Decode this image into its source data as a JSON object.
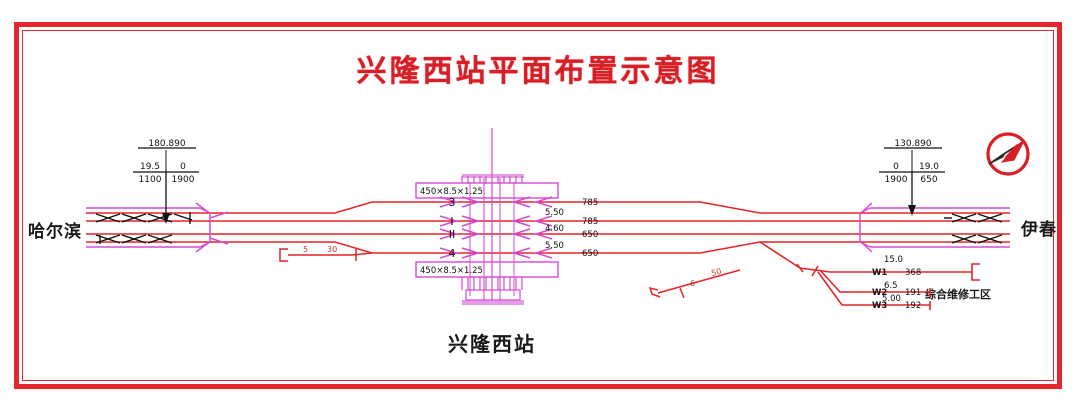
{
  "drawing": {
    "title": "兴隆西站平面布置示意图",
    "station_name": "兴隆西站",
    "sheet_border_color": "#e4252b",
    "track_color": "#e4252b",
    "platform_color": "#d44ad4",
    "text_color": "#1a1a1a"
  },
  "direction_labels": {
    "left": "哈尔滨",
    "right": "伊春"
  },
  "compass": {
    "icon": "north-arrow-icon",
    "color": "#d81f26"
  },
  "mileposts": {
    "left": {
      "chainage": "180.890",
      "upper_left": "19.5",
      "upper_right": "0",
      "lower_left": "1100",
      "lower_right": "1900"
    },
    "right": {
      "chainage": "130.890",
      "upper_left": "0",
      "upper_right": "19.0",
      "lower_left": "1900",
      "lower_right": "650"
    }
  },
  "platforms": [
    {
      "id": "platform-upper",
      "spec": "450×8.5×1.25"
    },
    {
      "id": "platform-lower",
      "spec": "450×8.5×1.25"
    }
  ],
  "tracks": [
    {
      "number": "3",
      "length": "785",
      "spacing_below": "5.50"
    },
    {
      "number": "I",
      "length": "785",
      "spacing_below": "4.60"
    },
    {
      "number": "II",
      "length": "650",
      "spacing_below": "5.50"
    },
    {
      "number": "4",
      "length": "650",
      "spacing_below": ""
    }
  ],
  "siding_left": {
    "dim_a": "5",
    "dim_b": "30"
  },
  "siding_right": {
    "dim_a": "6",
    "dim_b": "50"
  },
  "maintenance_area": {
    "label": "综合维修工区",
    "offsets": [
      "15.0",
      "6.5",
      "5.00"
    ],
    "tracks": [
      {
        "name": "W1",
        "length": "368"
      },
      {
        "name": "W2",
        "length": "191"
      },
      {
        "name": "W3",
        "length": "192"
      }
    ]
  }
}
